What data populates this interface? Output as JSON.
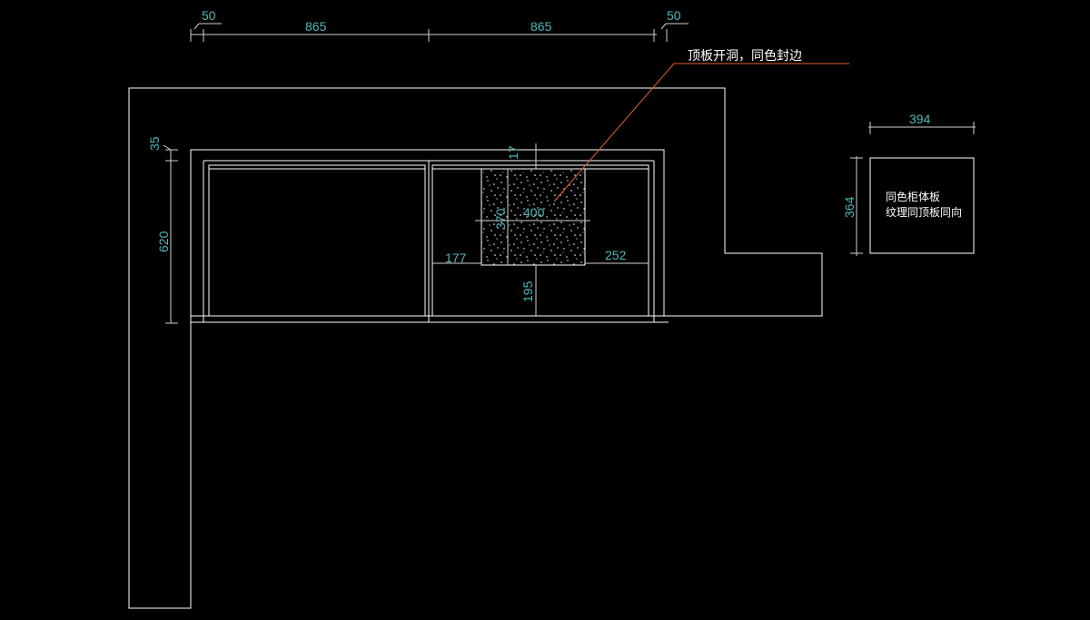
{
  "drawing": {
    "top_dimensions": [
      "50",
      "865",
      "865",
      "50"
    ],
    "left_dimensions": {
      "offset": "35",
      "depth": "620"
    },
    "hole": {
      "width": "400",
      "height": "370",
      "top_offset": "17",
      "left_offset": "177",
      "right_offset": "252",
      "bottom_offset": "195"
    },
    "annotation": "顶板开洞，同色封边",
    "side_panel": {
      "width": "394",
      "height": "364",
      "note_line1": "同色柜体板",
      "note_line2": "纹理同顶板同向"
    },
    "colors": {
      "background": "#000000",
      "outline": "#ffffff",
      "dimension_text": "#4fb8b8",
      "leader": "#e0622a"
    }
  }
}
